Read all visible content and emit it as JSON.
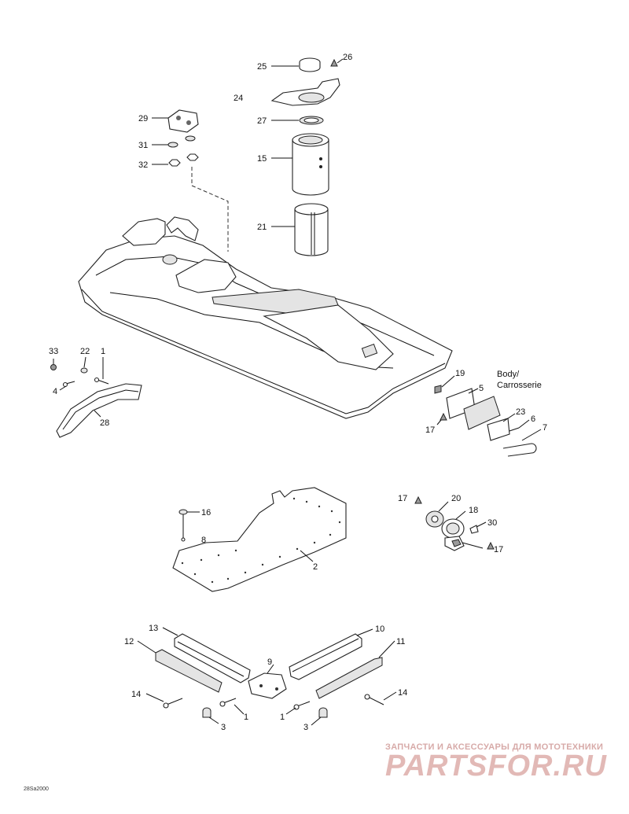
{
  "diagram": {
    "labels": {
      "p1a": "1",
      "p1b": "1",
      "p1c": "1",
      "p2": "2",
      "p3a": "3",
      "p3b": "3",
      "p4": "4",
      "p5": "5",
      "p6": "6",
      "p7": "7",
      "p8": "8",
      "p9": "9",
      "p10": "10",
      "p11": "11",
      "p12": "12",
      "p13": "13",
      "p14a": "14",
      "p14b": "14",
      "p15": "15",
      "p16": "16",
      "p17a": "17",
      "p17b": "17",
      "p17c": "17",
      "p18": "18",
      "p19": "19",
      "p20": "20",
      "p21": "21",
      "p22": "22",
      "p23": "23",
      "p24": "24",
      "p25": "25",
      "p26": "26",
      "p27": "27",
      "p28": "28",
      "p29": "29",
      "p30": "30",
      "p31": "31",
      "p32": "32",
      "p33": "33"
    },
    "body_label_line1": "Body/",
    "body_label_line2": "Carrosserie",
    "drawing_code": "28Sa2000"
  },
  "watermark": {
    "line1": "ЗАПЧАСТИ И АКСЕССУАРЫ ДЛЯ МОТОТЕХНИКИ",
    "line2": "PARTSFOR.RU"
  }
}
